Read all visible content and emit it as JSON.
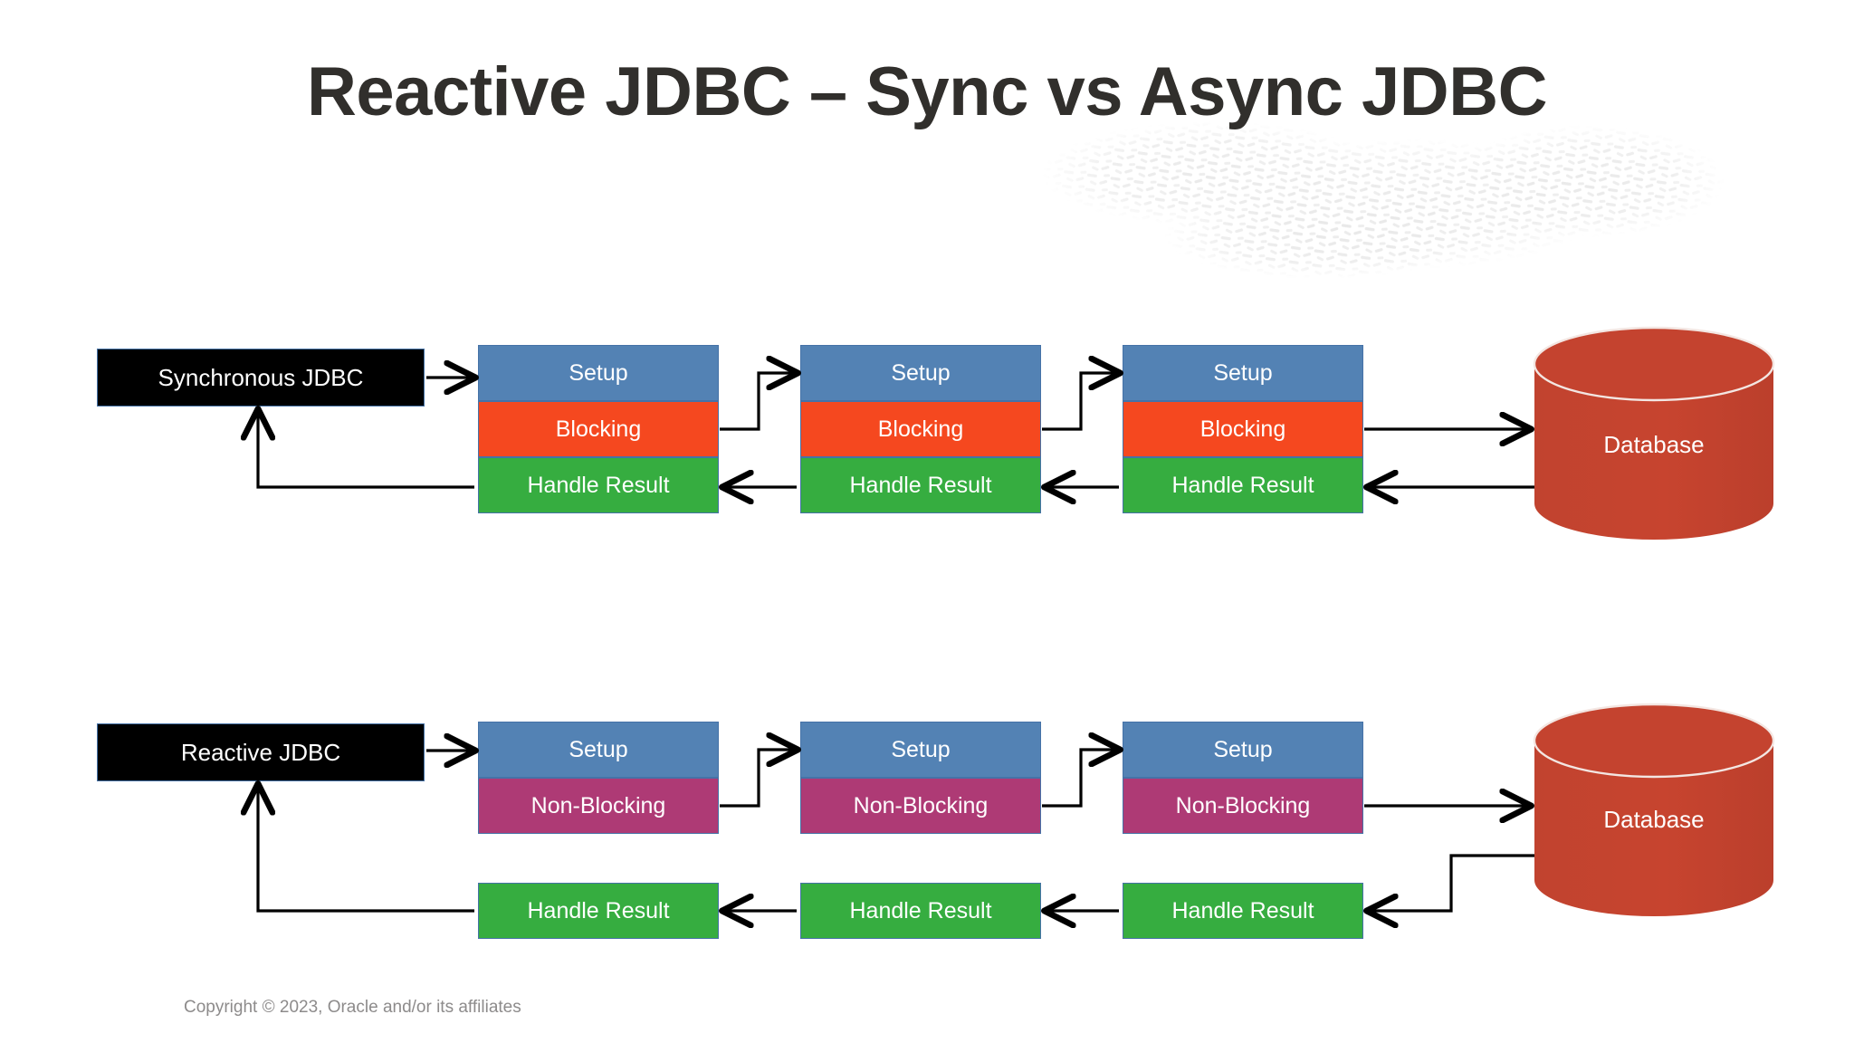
{
  "slide": {
    "title": "Reactive JDBC – Sync vs Async JDBC",
    "footer": "Copyright © 2023, Oracle and/or its affiliates",
    "background": "#ffffff",
    "title_color": "#312f2c",
    "footer_color": "#8d8b8b"
  },
  "palette": {
    "setup": "#5382b4",
    "blocking": "#f5481f",
    "non_blocking": "#ae3a75",
    "handle_result": "#36ad40",
    "database": "#c4432f",
    "database_top": "#c4432f",
    "endpoint": "#000000",
    "border": "#4572a7",
    "connector": "#000000",
    "texture": "#e8e8e8"
  },
  "rows": [
    {
      "id": "synchronous",
      "entry_label": "Synchronous JDBC",
      "database_label": "Database",
      "stages": [
        {
          "setup": "Setup",
          "middle": "Blocking",
          "result": "Handle Result"
        },
        {
          "setup": "Setup",
          "middle": "Blocking",
          "result": "Handle Result"
        },
        {
          "setup": "Setup",
          "middle": "Blocking",
          "result": "Handle Result"
        }
      ]
    },
    {
      "id": "reactive",
      "entry_label": "Reactive JDBC",
      "database_label": "Database",
      "stages": [
        {
          "setup": "Setup",
          "middle": "Non-Blocking",
          "result": "Handle Result"
        },
        {
          "setup": "Setup",
          "middle": "Non-Blocking",
          "result": "Handle Result"
        },
        {
          "setup": "Setup",
          "middle": "Non-Blocking",
          "result": "Handle Result"
        }
      ]
    }
  ]
}
